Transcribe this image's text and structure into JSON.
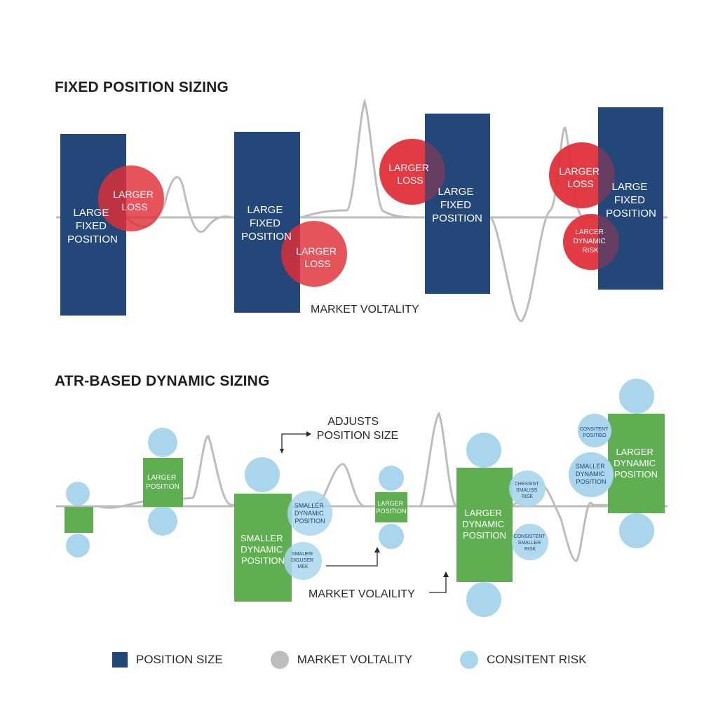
{
  "fixed_section": {
    "title": "FIXED POSITION SIZING",
    "bar_label": [
      "LARGE",
      "FIXED",
      "POSITION"
    ],
    "loss_label": [
      "LARGER",
      "LOSS"
    ],
    "risk_label": [
      "LARCER",
      "DYNAMIC",
      "RISK"
    ],
    "volatility_label": "MARKET VOLTALITY"
  },
  "atr_section": {
    "title": "ATR-BASED DYNAMIC SIZING",
    "adjusts_label": [
      "ADJUSTS",
      "POSITION SIZE"
    ],
    "volatility_label": "MARKET VOLAILITY",
    "larger_position_label": [
      "LARGER",
      "POSITION"
    ],
    "smaller_dynamic_label": [
      "SMALLER",
      "DYNAMIC",
      "POSITION"
    ],
    "larger_dynamic_label": [
      "LARGER",
      "DYNAMIC",
      "POSITION"
    ],
    "consistent_small_label": [
      "CONSISTENT",
      "SMALLER",
      "RISK"
    ],
    "consistent_sm_label": [
      "CONSITENT",
      "POSITIBO"
    ],
    "smaller_dynamic_risk_label": [
      "SMALLER",
      "DYNAMIC",
      "POSITION"
    ],
    "smauer_label": [
      "SMAUER",
      "DIGUSER",
      "MEK"
    ],
    "chessist_label": [
      "CHESSIST",
      "SMALISS",
      "RISK"
    ],
    "smaller_dynamic_circle_label": [
      "SMALLER",
      "DYNAMIC",
      "POSITION"
    ]
  },
  "legend": {
    "position_size": "POSITION SIZE",
    "market_volatility": "MARKET VOLTALITY",
    "consistent_risk": "CONSITENT RISK"
  },
  "colors": {
    "navy": "#24477a",
    "red": "#e02d36",
    "green": "#5fae52",
    "light_blue": "#a9d6ec",
    "grey_line": "#bdbdbd"
  }
}
